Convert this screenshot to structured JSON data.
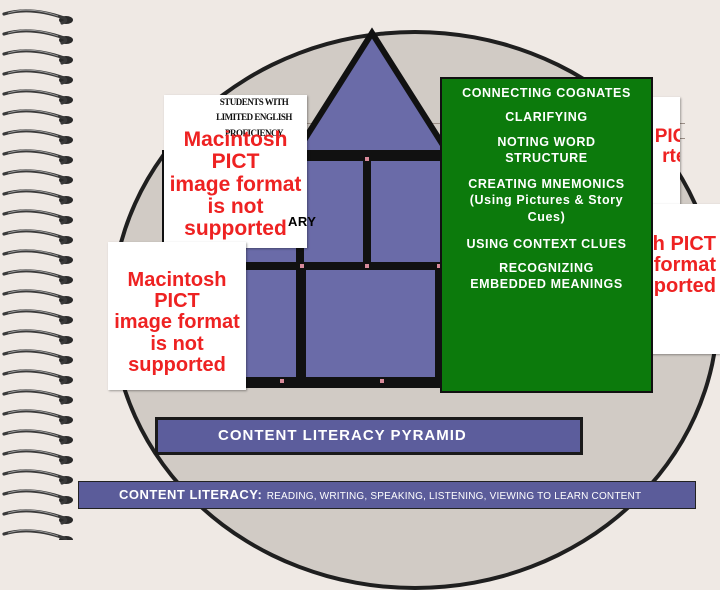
{
  "colors": {
    "background": "#efe9e4",
    "pyramid_fill": "#6a6ba8",
    "strategy_panel": "#0c7a0c",
    "title_bar": "#5c5d9c",
    "pict_text": "#ee2222"
  },
  "pict_placeholder": {
    "text": "Macintosh PICT\nimage format\nis not supported",
    "partial_text": "ntosh PICT\nformat\nsupported",
    "partial_text_top": "PICT\nrted"
  },
  "students_label": "STUDENTS WITH\nLIMITED ENGLISH\nPROFICIENCY",
  "vocabulary_fragment": "ARY",
  "strategies": [
    "CONNECTING COGNATES",
    "CLARIFYING",
    "NOTING WORD\nSTRUCTURE",
    "CREATING MNEMONICS\n(Using Pictures & Story\nCues)",
    "USING CONTEXT CLUES",
    "RECOGNIZING\nEMBEDDED MEANINGS"
  ],
  "pyramid_title": "CONTENT LITERACY PYRAMID",
  "definition": {
    "term": "CONTENT LITERACY:",
    "text": "READING, WRITING, SPEAKING, LISTENING, VIEWING TO LEARN CONTENT"
  }
}
